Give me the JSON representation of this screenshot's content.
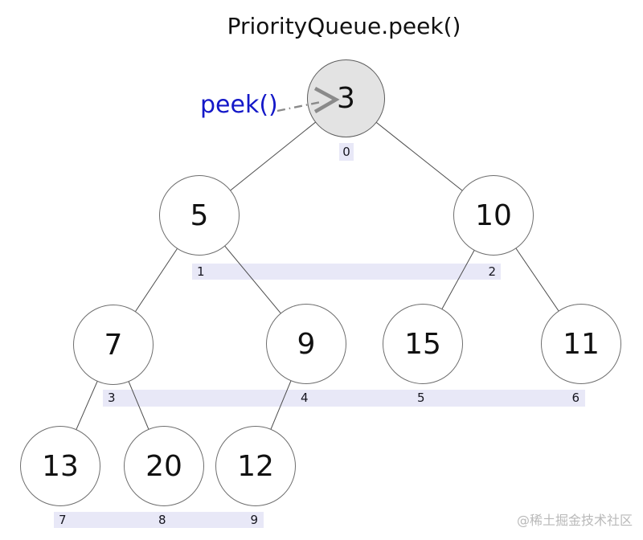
{
  "title": "PriorityQueue.peek()",
  "annotation": {
    "peek_label": "peek()",
    "peek_color": "#1418c8",
    "arrow_color": "#8a8a8a"
  },
  "watermark": "@稀土掘金技术社区",
  "heap": {
    "description": "binary min-heap shown as tree with array indices",
    "array": [
      3,
      5,
      10,
      7,
      9,
      15,
      11,
      13,
      20,
      12
    ],
    "nodes": [
      {
        "index": 0,
        "value": 3,
        "highlighted": true
      },
      {
        "index": 1,
        "value": 5,
        "highlighted": false
      },
      {
        "index": 2,
        "value": 10,
        "highlighted": false
      },
      {
        "index": 3,
        "value": 7,
        "highlighted": false
      },
      {
        "index": 4,
        "value": 9,
        "highlighted": false
      },
      {
        "index": 5,
        "value": 15,
        "highlighted": false
      },
      {
        "index": 6,
        "value": 11,
        "highlighted": false
      },
      {
        "index": 7,
        "value": 13,
        "highlighted": false
      },
      {
        "index": 8,
        "value": 20,
        "highlighted": false
      },
      {
        "index": 9,
        "value": 12,
        "highlighted": false
      }
    ],
    "edges": [
      [
        0,
        1
      ],
      [
        0,
        2
      ],
      [
        1,
        3
      ],
      [
        1,
        4
      ],
      [
        2,
        5
      ],
      [
        2,
        6
      ],
      [
        3,
        7
      ],
      [
        3,
        8
      ],
      [
        4,
        9
      ]
    ]
  },
  "indices": [
    "0",
    "1",
    "2",
    "3",
    "4",
    "5",
    "6",
    "7",
    "8",
    "9"
  ],
  "colors": {
    "background": "#ffffff",
    "node_fill": "#ffffff",
    "root_node_fill": "#e3e3e3",
    "node_border": "#6e6e6e",
    "edge_line": "#4d4d4d",
    "index_strip_bg": "#e8e8f7",
    "index_text": "#15151f",
    "title_text": "#111111",
    "watermark_text": "#b9b9b9"
  }
}
